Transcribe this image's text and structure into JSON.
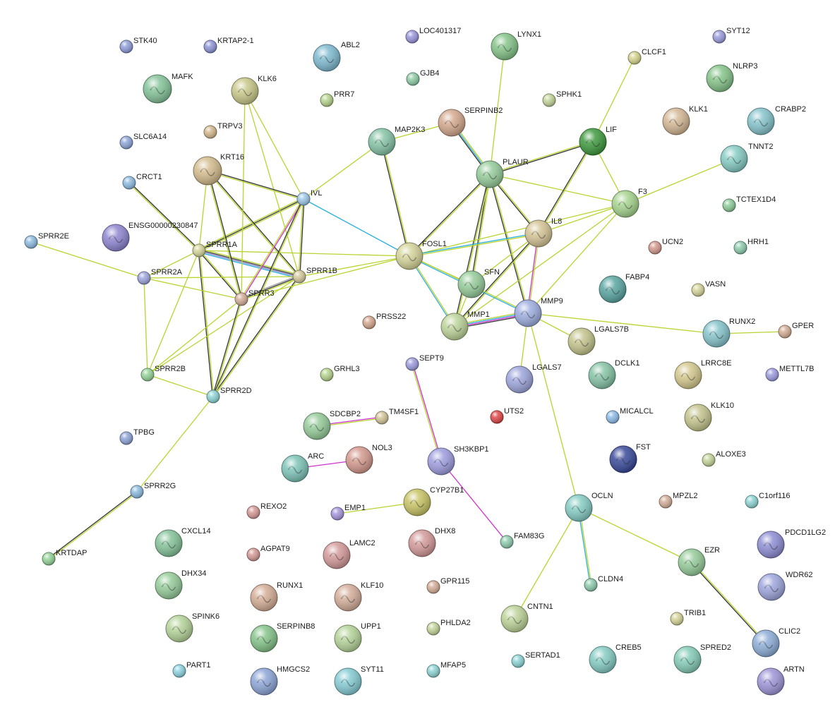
{
  "network": {
    "nodes": [
      {
        "id": "STK40",
        "label": "STK40",
        "color": "#8f9ed8"
      },
      {
        "id": "KRTAP2-1",
        "label": "KRTAP2-1",
        "color": "#8f96d8"
      },
      {
        "id": "ABL2",
        "label": "ABL2",
        "color": "#7fbad0"
      },
      {
        "id": "LOC401317",
        "label": "LOC401317",
        "color": "#9b96dc"
      },
      {
        "id": "LYNX1",
        "label": "LYNX1",
        "color": "#86c48a"
      },
      {
        "id": "SYT12",
        "label": "SYT12",
        "color": "#9b9ddc"
      },
      {
        "id": "CLCF1",
        "label": "CLCF1",
        "color": "#d4d48e"
      },
      {
        "id": "NLRP3",
        "label": "NLRP3",
        "color": "#86c48a"
      },
      {
        "id": "MAFK",
        "label": "MAFK",
        "color": "#86c49a"
      },
      {
        "id": "KLK6",
        "label": "KLK6",
        "color": "#c8c88a"
      },
      {
        "id": "GJB4",
        "label": "GJB4",
        "color": "#8ecca6"
      },
      {
        "id": "PRR7",
        "label": "PRR7",
        "color": "#b6d48e"
      },
      {
        "id": "SPHK1",
        "label": "SPHK1",
        "color": "#c4d49a"
      },
      {
        "id": "KLK1",
        "label": "KLK1",
        "color": "#d4b896"
      },
      {
        "id": "CRABP2",
        "label": "CRABP2",
        "color": "#86c4cc"
      },
      {
        "id": "SLC6A14",
        "label": "SLC6A14",
        "color": "#8fa6d8"
      },
      {
        "id": "TRPV3",
        "label": "TRPV3",
        "color": "#d4b88e"
      },
      {
        "id": "SERPINB2",
        "label": "SERPINB2",
        "color": "#d4a88e"
      },
      {
        "id": "MAP2K3",
        "label": "MAP2K3",
        "color": "#86c4a6"
      },
      {
        "id": "LIF",
        "label": "LIF",
        "color": "#3f9a3f"
      },
      {
        "id": "TNNT2",
        "label": "TNNT2",
        "color": "#86ccc4"
      },
      {
        "id": "CRCT1",
        "label": "CRCT1",
        "color": "#8ebce0"
      },
      {
        "id": "KRT16",
        "label": "KRT16",
        "color": "#d4bc8e"
      },
      {
        "id": "IVL",
        "label": "IVL",
        "color": "#9ec8e8"
      },
      {
        "id": "PLAUR",
        "label": "PLAUR",
        "color": "#96cc9a"
      },
      {
        "id": "F3",
        "label": "F3",
        "color": "#a6d48e"
      },
      {
        "id": "TCTEX1D4",
        "label": "TCTEX1D4",
        "color": "#8ecc9a"
      },
      {
        "id": "ENSG00000230847",
        "label": "ENSG00000230847",
        "color": "#8e86d0"
      },
      {
        "id": "SPRR2E",
        "label": "SPRR2E",
        "color": "#8ebce0"
      },
      {
        "id": "SPRR1A",
        "label": "SPRR1A",
        "color": "#d4d49a"
      },
      {
        "id": "FOSL1",
        "label": "FOSL1",
        "color": "#d4d49a"
      },
      {
        "id": "IL8",
        "label": "IL8",
        "color": "#d4c496"
      },
      {
        "id": "UCN2",
        "label": "UCN2",
        "color": "#d49a8e"
      },
      {
        "id": "HRH1",
        "label": "HRH1",
        "color": "#8eccae"
      },
      {
        "id": "SPRR2A",
        "label": "SPRR2A",
        "color": "#9ea6dc"
      },
      {
        "id": "SPRR1B",
        "label": "SPRR1B",
        "color": "#d4c89a"
      },
      {
        "id": "SFN",
        "label": "SFN",
        "color": "#96cc9a"
      },
      {
        "id": "FABP4",
        "label": "FABP4",
        "color": "#5aa6a2"
      },
      {
        "id": "VASN",
        "label": "VASN",
        "color": "#d4d49a"
      },
      {
        "id": "SPRR3",
        "label": "SPRR3",
        "color": "#d4ae9a"
      },
      {
        "id": "MMP9",
        "label": "MMP9",
        "color": "#9eaee0"
      },
      {
        "id": "PRSS22",
        "label": "PRSS22",
        "color": "#d4a88e"
      },
      {
        "id": "MMP1",
        "label": "MMP1",
        "color": "#bed49a"
      },
      {
        "id": "LGALS7B",
        "label": "LGALS7B",
        "color": "#c4c48e"
      },
      {
        "id": "RUNX2",
        "label": "RUNX2",
        "color": "#86c4cc"
      },
      {
        "id": "GPER",
        "label": "GPER",
        "color": "#d4ae96"
      },
      {
        "id": "SEPT9",
        "label": "SEPT9",
        "color": "#9e9ee0"
      },
      {
        "id": "GRHL3",
        "label": "GRHL3",
        "color": "#b6d48e"
      },
      {
        "id": "SPRR2B",
        "label": "SPRR2B",
        "color": "#96d49a"
      },
      {
        "id": "LGALS7",
        "label": "LGALS7",
        "color": "#9ea6dc"
      },
      {
        "id": "DCLK1",
        "label": "DCLK1",
        "color": "#86c4a6"
      },
      {
        "id": "LRRC8E",
        "label": "LRRC8E",
        "color": "#d4c88e"
      },
      {
        "id": "METTL7B",
        "label": "METTL7B",
        "color": "#9e9ee0"
      },
      {
        "id": "SPRR2D",
        "label": "SPRR2D",
        "color": "#8ed4d4"
      },
      {
        "id": "SDCBP2",
        "label": "SDCBP2",
        "color": "#96cc9a"
      },
      {
        "id": "TM4SF1",
        "label": "TM4SF1",
        "color": "#d4c49a"
      },
      {
        "id": "UTS2",
        "label": "UTS2",
        "color": "#e04848"
      },
      {
        "id": "MICALCL",
        "label": "MICALCL",
        "color": "#8ebce8"
      },
      {
        "id": "KLK10",
        "label": "KLK10",
        "color": "#c4c48e"
      },
      {
        "id": "TPBG",
        "label": "TPBG",
        "color": "#8fa6d8"
      },
      {
        "id": "FST",
        "label": "FST",
        "color": "#3a4a9a"
      },
      {
        "id": "NOL3",
        "label": "NOL3",
        "color": "#d49a8e"
      },
      {
        "id": "ARC",
        "label": "ARC",
        "color": "#7ec4b8"
      },
      {
        "id": "SH3KBP1",
        "label": "SH3KBP1",
        "color": "#9e9ee0"
      },
      {
        "id": "ALOXE3",
        "label": "ALOXE3",
        "color": "#c4d49a"
      },
      {
        "id": "SPRR2G",
        "label": "SPRR2G",
        "color": "#8ebce0"
      },
      {
        "id": "CYP27B1",
        "label": "CYP27B1",
        "color": "#c8c466"
      },
      {
        "id": "MPZL2",
        "label": "MPZL2",
        "color": "#d4ae9a"
      },
      {
        "id": "C1orf116",
        "label": "C1orf116",
        "color": "#8ed4d4"
      },
      {
        "id": "REXO2",
        "label": "REXO2",
        "color": "#d49a96"
      },
      {
        "id": "EMP1",
        "label": "EMP1",
        "color": "#a696dc"
      },
      {
        "id": "OCLN",
        "label": "OCLN",
        "color": "#86ccc4"
      },
      {
        "id": "PDCD1LG2",
        "label": "PDCD1LG2",
        "color": "#8e8ed4"
      },
      {
        "id": "CXCL14",
        "label": "CXCL14",
        "color": "#86c49a"
      },
      {
        "id": "DHX8",
        "label": "DHX8",
        "color": "#d49a9a"
      },
      {
        "id": "LAMC2",
        "label": "LAMC2",
        "color": "#d49a9a"
      },
      {
        "id": "FAM83G",
        "label": "FAM83G",
        "color": "#8eccae"
      },
      {
        "id": "AGPAT9",
        "label": "AGPAT9",
        "color": "#d49a96"
      },
      {
        "id": "EZR",
        "label": "EZR",
        "color": "#96cc9a"
      },
      {
        "id": "WDR62",
        "label": "WDR62",
        "color": "#9ea6dc"
      },
      {
        "id": "DHX34",
        "label": "DHX34",
        "color": "#96cc9a"
      },
      {
        "id": "GPR115",
        "label": "GPR115",
        "color": "#d4ae96"
      },
      {
        "id": "CLDN4",
        "label": "CLDN4",
        "color": "#8eccae"
      },
      {
        "id": "RUNX1",
        "label": "RUNX1",
        "color": "#d4ae96"
      },
      {
        "id": "KLF10",
        "label": "KLF10",
        "color": "#d4ae9a"
      },
      {
        "id": "CNTN1",
        "label": "CNTN1",
        "color": "#bed49a"
      },
      {
        "id": "TRIB1",
        "label": "TRIB1",
        "color": "#d4d49a"
      },
      {
        "id": "SPINK6",
        "label": "SPINK6",
        "color": "#b6d49a"
      },
      {
        "id": "PHLDA2",
        "label": "PHLDA2",
        "color": "#c4d49a"
      },
      {
        "id": "CLIC2",
        "label": "CLIC2",
        "color": "#8eaed8"
      },
      {
        "id": "SERPINB8",
        "label": "SERPINB8",
        "color": "#86c48a"
      },
      {
        "id": "UPP1",
        "label": "UPP1",
        "color": "#b6d49a"
      },
      {
        "id": "CREB5",
        "label": "CREB5",
        "color": "#86ccc4"
      },
      {
        "id": "SPRED2",
        "label": "SPRED2",
        "color": "#86ccb8"
      },
      {
        "id": "SERTAD1",
        "label": "SERTAD1",
        "color": "#8ed4d4"
      },
      {
        "id": "PART1",
        "label": "PART1",
        "color": "#8ed4e0"
      },
      {
        "id": "HMGCS2",
        "label": "HMGCS2",
        "color": "#8ea6d8"
      },
      {
        "id": "SYT11",
        "label": "SYT11",
        "color": "#86ccd4"
      },
      {
        "id": "MFAP5",
        "label": "MFAP5",
        "color": "#8ed4d4"
      },
      {
        "id": "ARTN",
        "label": "ARTN",
        "color": "#9e96d8"
      },
      {
        "id": "KRTDAP",
        "label": "KRTDAP",
        "color": "#96d49a"
      }
    ],
    "edge_colors": {
      "textmining": "#b8d430",
      "coexpression": "#333333",
      "database": "#2ab0e0",
      "experiment": "#d030d0",
      "homology": "#8080c8",
      "neighborhood": "#9a9a9a"
    },
    "edges": [
      {
        "s": "SPRR1A",
        "t": "IVL",
        "types": [
          "textmining",
          "coexpression",
          "textmining"
        ]
      },
      {
        "s": "SPRR1A",
        "t": "SPRR1B",
        "types": [
          "textmining",
          "coexpression",
          "homology",
          "database"
        ]
      },
      {
        "s": "SPRR1A",
        "t": "SPRR3",
        "types": [
          "textmining",
          "coexpression"
        ]
      },
      {
        "s": "SPRR1A",
        "t": "SPRR2A",
        "types": [
          "textmining"
        ]
      },
      {
        "s": "SPRR1A",
        "t": "SPRR2B",
        "types": [
          "textmining"
        ]
      },
      {
        "s": "SPRR1A",
        "t": "SPRR2D",
        "types": [
          "textmining",
          "coexpression"
        ]
      },
      {
        "s": "SPRR1A",
        "t": "CRCT1",
        "types": [
          "textmining",
          "coexpression"
        ]
      },
      {
        "s": "SPRR1A",
        "t": "KRT16",
        "types": [
          "textmining"
        ]
      },
      {
        "s": "SPRR1A",
        "t": "FOSL1",
        "types": [
          "textmining"
        ]
      },
      {
        "s": "SPRR1B",
        "t": "IVL",
        "types": [
          "textmining",
          "coexpression"
        ]
      },
      {
        "s": "SPRR1B",
        "t": "SPRR3",
        "types": [
          "textmining",
          "coexpression",
          "neighborhood"
        ]
      },
      {
        "s": "SPRR1B",
        "t": "SPRR2A",
        "types": [
          "textmining"
        ]
      },
      {
        "s": "SPRR1B",
        "t": "SPRR2B",
        "types": [
          "textmining"
        ]
      },
      {
        "s": "SPRR1B",
        "t": "SPRR2D",
        "types": [
          "textmining",
          "coexpression"
        ]
      },
      {
        "s": "SPRR1B",
        "t": "KRT16",
        "types": [
          "textmining",
          "coexpression"
        ]
      },
      {
        "s": "SPRR1B",
        "t": "KLK6",
        "types": [
          "textmining"
        ]
      },
      {
        "s": "SPRR1B",
        "t": "FOSL1",
        "types": [
          "textmining"
        ]
      },
      {
        "s": "SPRR3",
        "t": "IVL",
        "types": [
          "textmining",
          "experiment"
        ]
      },
      {
        "s": "SPRR3",
        "t": "SPRR2A",
        "types": [
          "textmining"
        ]
      },
      {
        "s": "SPRR3",
        "t": "SPRR2B",
        "types": [
          "textmining"
        ]
      },
      {
        "s": "SPRR3",
        "t": "SPRR2D",
        "types": [
          "textmining",
          "coexpression"
        ]
      },
      {
        "s": "SPRR3",
        "t": "KRT16",
        "types": [
          "textmining",
          "coexpression"
        ]
      },
      {
        "s": "SPRR3",
        "t": "KLK6",
        "types": [
          "textmining"
        ]
      },
      {
        "s": "SPRR3",
        "t": "FOSL1",
        "types": [
          "textmining"
        ]
      },
      {
        "s": "SPRR2A",
        "t": "SPRR2E",
        "types": [
          "textmining"
        ]
      },
      {
        "s": "SPRR2A",
        "t": "SPRR2B",
        "types": [
          "textmining"
        ]
      },
      {
        "s": "SPRR2B",
        "t": "SPRR2D",
        "types": [
          "textmining"
        ]
      },
      {
        "s": "SPRR2D",
        "t": "SPRR2G",
        "types": [
          "textmining"
        ]
      },
      {
        "s": "SPRR2G",
        "t": "KRTDAP",
        "types": [
          "textmining",
          "coexpression"
        ]
      },
      {
        "s": "IVL",
        "t": "KRT16",
        "types": [
          "textmining",
          "coexpression"
        ]
      },
      {
        "s": "IVL",
        "t": "SPRR2D",
        "types": [
          "textmining",
          "coexpression"
        ]
      },
      {
        "s": "IVL",
        "t": "KLK6",
        "types": [
          "textmining"
        ]
      },
      {
        "s": "IVL",
        "t": "FOSL1",
        "types": [
          "database"
        ]
      },
      {
        "s": "IVL",
        "t": "MAP2K3",
        "types": [
          "textmining"
        ]
      },
      {
        "s": "MAP2K3",
        "t": "FOSL1",
        "types": [
          "textmining",
          "coexpression"
        ]
      },
      {
        "s": "MAP2K3",
        "t": "SERPINB2",
        "types": [
          "textmining"
        ]
      },
      {
        "s": "SERPINB2",
        "t": "PLAUR",
        "types": [
          "textmining",
          "database",
          "coexpression"
        ]
      },
      {
        "s": "LYNX1",
        "t": "PLAUR",
        "types": [
          "textmining"
        ]
      },
      {
        "s": "PLAUR",
        "t": "LIF",
        "types": [
          "textmining",
          "coexpression"
        ]
      },
      {
        "s": "PLAUR",
        "t": "F3",
        "types": [
          "textmining"
        ]
      },
      {
        "s": "PLAUR",
        "t": "IL8",
        "types": [
          "textmining",
          "coexpression"
        ]
      },
      {
        "s": "PLAUR",
        "t": "SFN",
        "types": [
          "textmining",
          "coexpression"
        ]
      },
      {
        "s": "PLAUR",
        "t": "MMP1",
        "types": [
          "textmining",
          "coexpression"
        ]
      },
      {
        "s": "PLAUR",
        "t": "MMP9",
        "types": [
          "textmining",
          "coexpression"
        ]
      },
      {
        "s": "PLAUR",
        "t": "FOSL1",
        "types": [
          "textmining",
          "coexpression"
        ]
      },
      {
        "s": "CLCF1",
        "t": "LIF",
        "types": [
          "textmining"
        ]
      },
      {
        "s": "LIF",
        "t": "IL8",
        "types": [
          "textmining",
          "coexpression"
        ]
      },
      {
        "s": "LIF",
        "t": "F3",
        "types": [
          "textmining"
        ]
      },
      {
        "s": "F3",
        "t": "TNNT2",
        "types": [
          "textmining"
        ]
      },
      {
        "s": "F3",
        "t": "IL8",
        "types": [
          "textmining"
        ]
      },
      {
        "s": "F3",
        "t": "MMP9",
        "types": [
          "textmining"
        ]
      },
      {
        "s": "F3",
        "t": "MMP1",
        "types": [
          "textmining"
        ]
      },
      {
        "s": "F3",
        "t": "FOSL1",
        "types": [
          "textmining"
        ]
      },
      {
        "s": "IL8",
        "t": "FOSL1",
        "types": [
          "textmining",
          "database"
        ]
      },
      {
        "s": "IL8",
        "t": "MMP9",
        "types": [
          "textmining",
          "experiment"
        ]
      },
      {
        "s": "IL8",
        "t": "MMP1",
        "types": [
          "textmining",
          "coexpression"
        ]
      },
      {
        "s": "IL8",
        "t": "SFN",
        "types": [
          "textmining"
        ]
      },
      {
        "s": "FOSL1",
        "t": "SFN",
        "types": [
          "textmining"
        ]
      },
      {
        "s": "FOSL1",
        "t": "MMP1",
        "types": [
          "textmining",
          "database"
        ]
      },
      {
        "s": "FOSL1",
        "t": "MMP9",
        "types": [
          "textmining",
          "database"
        ]
      },
      {
        "s": "SFN",
        "t": "MMP1",
        "types": [
          "textmining"
        ]
      },
      {
        "s": "MMP1",
        "t": "MMP9",
        "types": [
          "textmining",
          "database",
          "experiment",
          "coexpression"
        ]
      },
      {
        "s": "MMP9",
        "t": "LGALS7B",
        "types": [
          "textmining"
        ]
      },
      {
        "s": "MMP9",
        "t": "LGALS7",
        "types": [
          "textmining"
        ]
      },
      {
        "s": "MMP9",
        "t": "RUNX2",
        "types": [
          "textmining"
        ]
      },
      {
        "s": "MMP9",
        "t": "OCLN",
        "types": [
          "textmining"
        ]
      },
      {
        "s": "RUNX2",
        "t": "GPER",
        "types": [
          "textmining"
        ]
      },
      {
        "s": "SEPT9",
        "t": "SH3KBP1",
        "types": [
          "experiment",
          "textmining"
        ]
      },
      {
        "s": "SH3KBP1",
        "t": "FAM83G",
        "types": [
          "experiment"
        ]
      },
      {
        "s": "SDCBP2",
        "t": "TM4SF1",
        "types": [
          "experiment",
          "textmining"
        ]
      },
      {
        "s": "ARC",
        "t": "NOL3",
        "types": [
          "experiment"
        ]
      },
      {
        "s": "EMP1",
        "t": "CYP27B1",
        "types": [
          "textmining"
        ]
      },
      {
        "s": "OCLN",
        "t": "CLDN4",
        "types": [
          "textmining",
          "database"
        ]
      },
      {
        "s": "OCLN",
        "t": "EZR",
        "types": [
          "textmining"
        ]
      },
      {
        "s": "OCLN",
        "t": "CNTN1",
        "types": [
          "textmining"
        ]
      },
      {
        "s": "EZR",
        "t": "CLIC2",
        "types": [
          "textmining",
          "coexpression"
        ]
      }
    ]
  }
}
